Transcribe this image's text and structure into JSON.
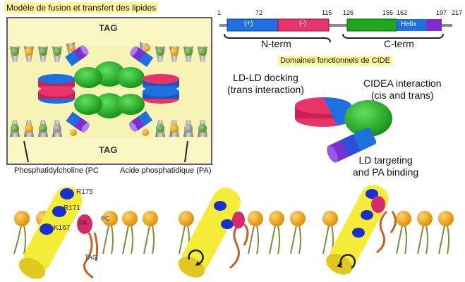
{
  "title": "Modèle de fusion et transfert des lipides",
  "subtitle": "Domaines fonctionnels de CIDE",
  "tag_label": "TAG",
  "lipid_labels": {
    "pc": "Phosphatidylcholine (PC",
    "pa": "Acide phosphatidique (PA)"
  },
  "domain_bar": {
    "positions": [
      "1",
      "72",
      "115",
      "126",
      "155",
      "162",
      "197",
      "217"
    ],
    "plus": "(+)",
    "minus": "(-)",
    "helix": "Helix",
    "nterm": "N-term",
    "cterm": "C-term"
  },
  "model_labels": {
    "docking": "LD-LD docking\n(trans interaction)",
    "cidea": "CIDEA interaction\n(cis and trans)",
    "targeting": "LD targeting\nand PA binding"
  },
  "residues": {
    "r175": "R175",
    "r171": "R171",
    "k167": "K167",
    "pa": "PA",
    "pc": "PC",
    "tag": "TAG"
  },
  "colors": {
    "blue": "#1e6fe0",
    "pink": "#e8336b",
    "green": "#1fa51f",
    "purple": "#7b2fd0",
    "yellow": "#f5ec3a",
    "lipid_head": "#f0a50f"
  }
}
